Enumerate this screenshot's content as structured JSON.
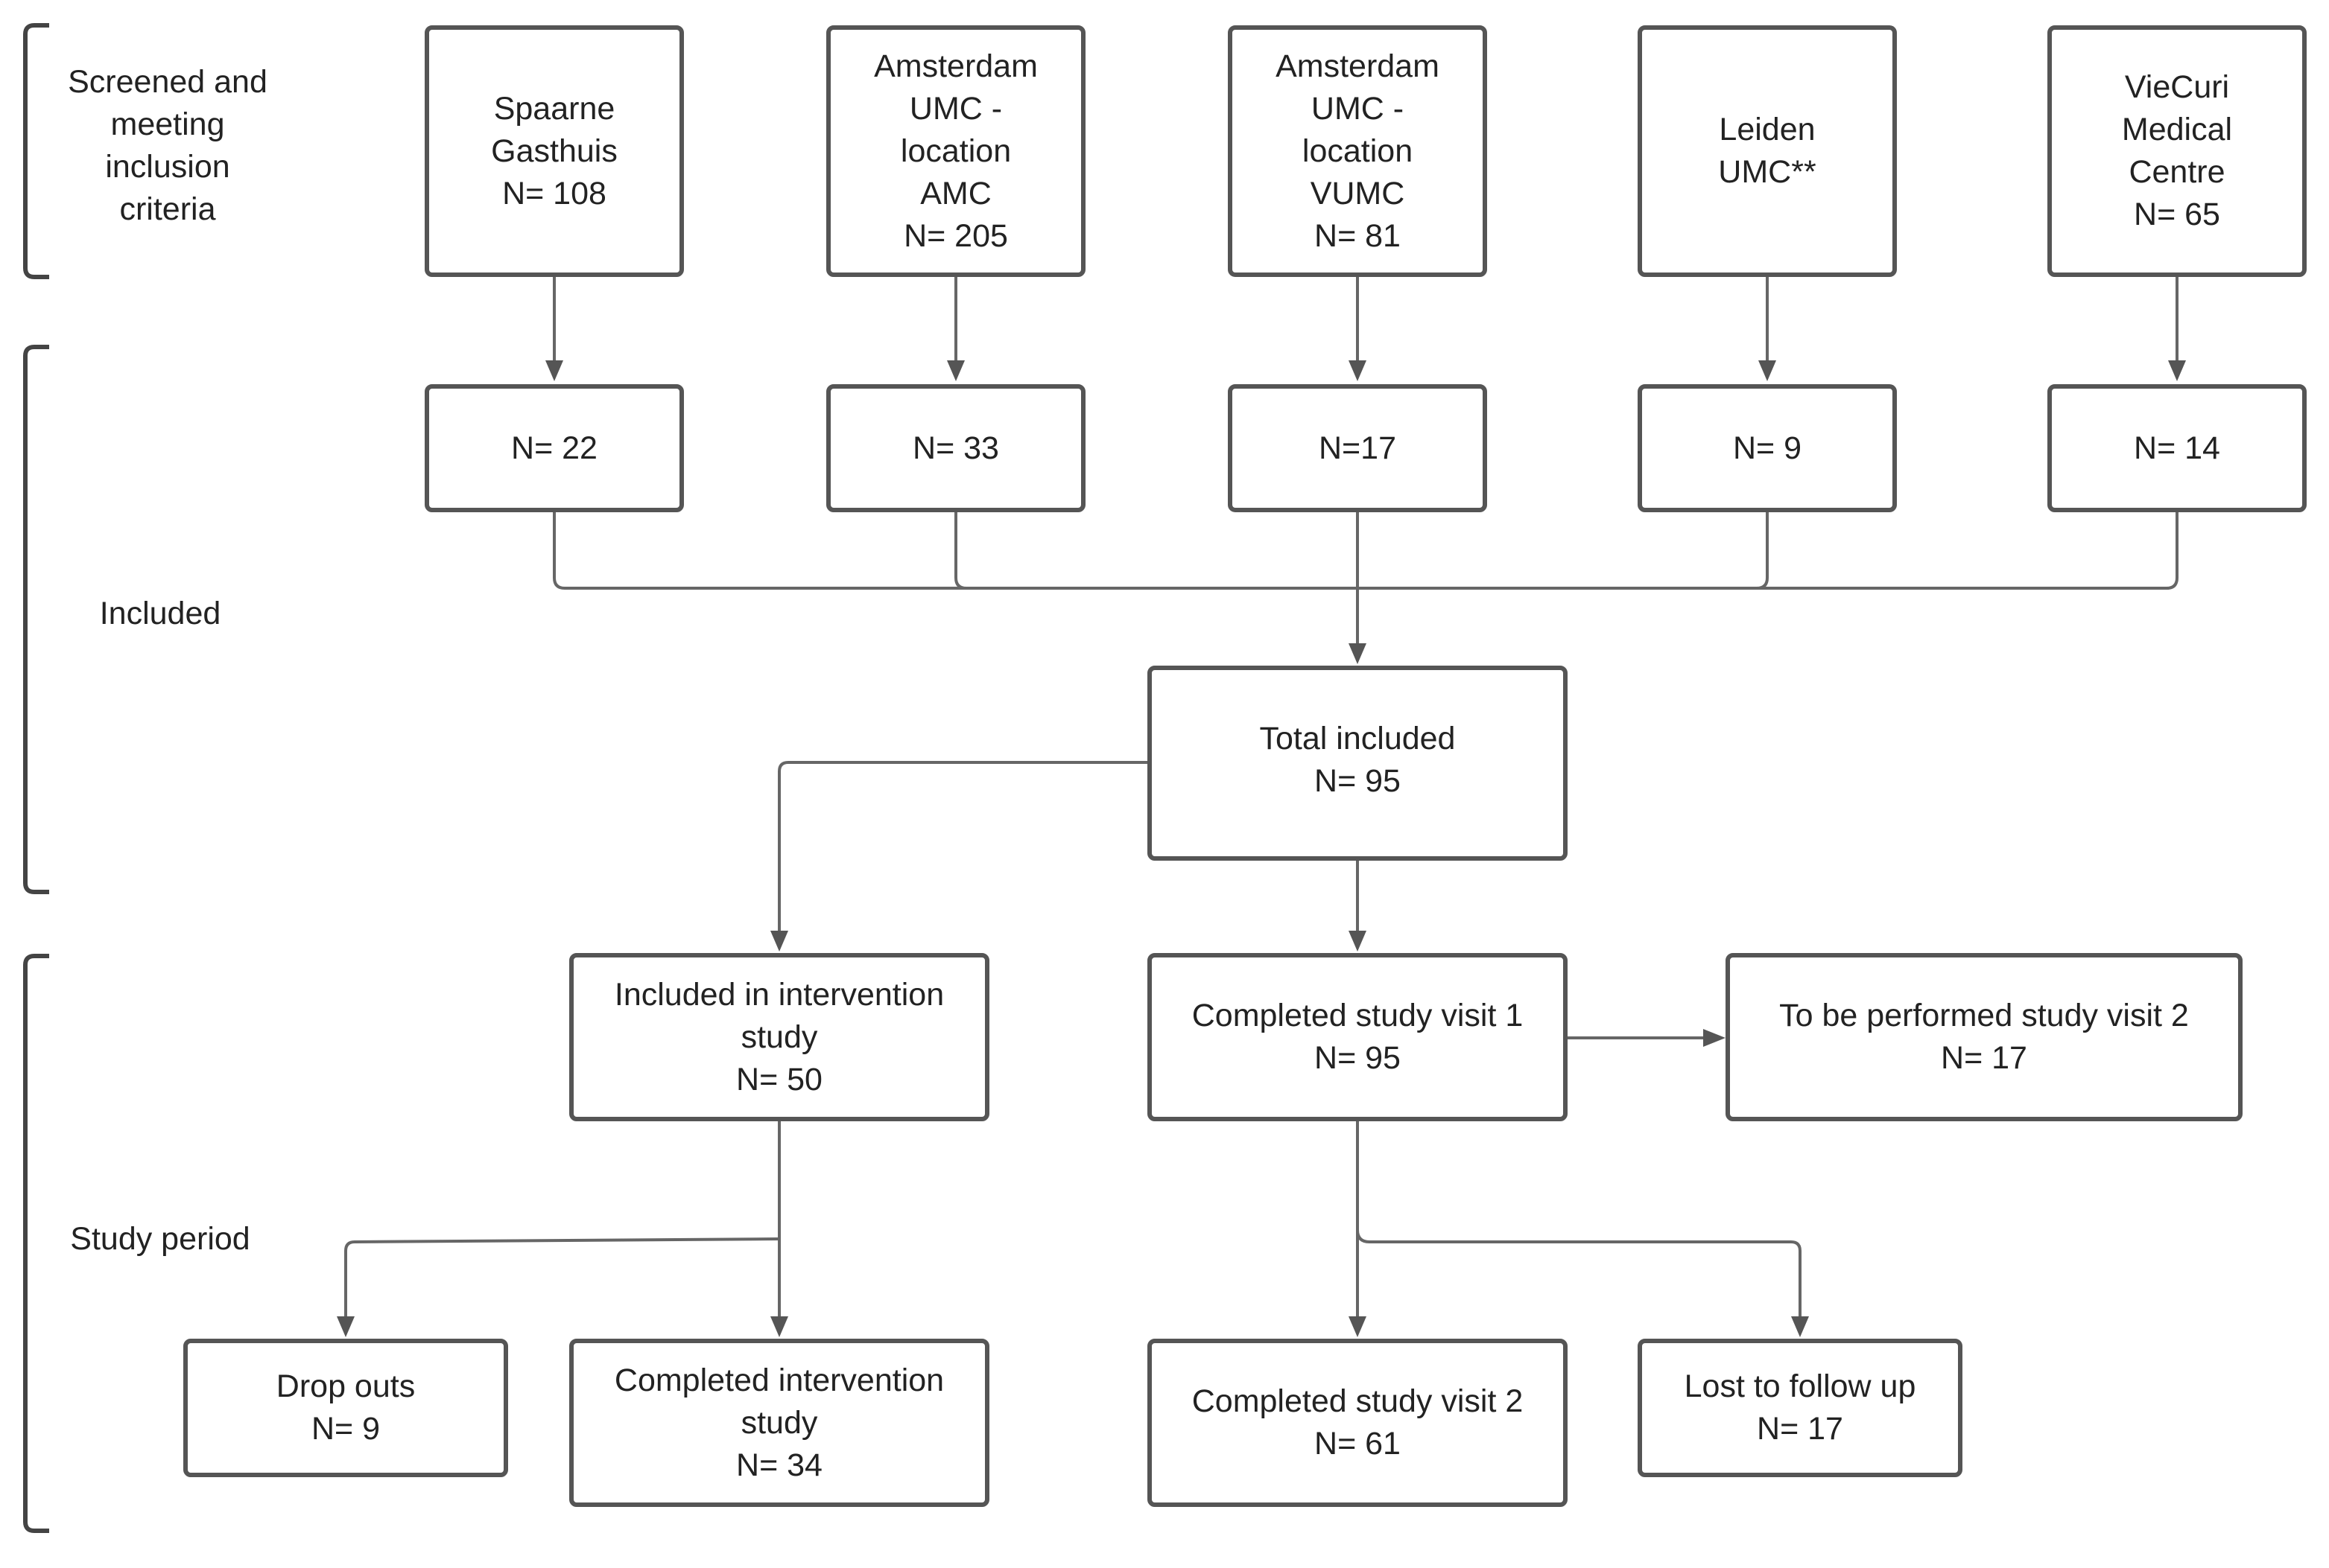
{
  "phases": {
    "screened": [
      "Screened and",
      "meeting",
      "inclusion",
      "criteria"
    ],
    "included": "Included",
    "study_period": "Study period"
  },
  "sites": [
    {
      "name_lines": [
        "Spaarne",
        "Gasthuis"
      ],
      "screened": "N= 108",
      "included": "N= 22"
    },
    {
      "name_lines": [
        "Amsterdam",
        "UMC -",
        "location",
        "AMC"
      ],
      "screened": "N= 205",
      "included": "N= 33"
    },
    {
      "name_lines": [
        "Amsterdam",
        "UMC -",
        "location",
        "VUMC"
      ],
      "screened": "N= 81",
      "included": "N=17"
    },
    {
      "name_lines": [
        "Leiden",
        "UMC**"
      ],
      "screened": "",
      "included": "N= 9"
    },
    {
      "name_lines": [
        "VieCuri",
        "Medical",
        "Centre"
      ],
      "screened": "N= 65",
      "included": "N= 14"
    }
  ],
  "total": {
    "label": "Total included",
    "n": "N= 95"
  },
  "intervention": {
    "label_lines": [
      "Included in intervention",
      "study"
    ],
    "n": "N= 50"
  },
  "visit1": {
    "label": "Completed study visit 1",
    "n": "N= 95"
  },
  "visit2_pending": {
    "label": "To be performed study visit 2",
    "n": "N= 17"
  },
  "dropouts": {
    "label": "Drop outs",
    "n": "N= 9"
  },
  "completed_intervention": {
    "label_lines": [
      "Completed intervention",
      "study"
    ],
    "n": "N= 34"
  },
  "visit2_completed": {
    "label": "Completed study visit 2",
    "n": "N= 61"
  },
  "lost": {
    "label": "Lost to follow up",
    "n": "N= 17"
  },
  "colors": {
    "stroke": "#555555",
    "text": "#222222",
    "background": "#ffffff"
  }
}
